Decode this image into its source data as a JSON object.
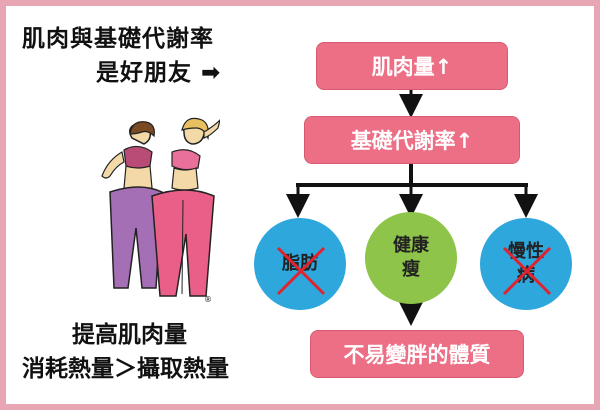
{
  "headline": {
    "line1": "肌肉與基礎代謝率",
    "line2": "是好朋友 ➡"
  },
  "bottom_text": {
    "line1": "提高肌肉量",
    "line2": "消耗熱量＞攝取熱量"
  },
  "nodes": {
    "muscle": "肌肉量↑",
    "bmr": "基礎代謝率↑",
    "fat": "脂肪",
    "health_1": "健康",
    "health_2": "瘦",
    "chronic_1": "慢性",
    "chronic_2": "病",
    "result": "不易變胖的體質"
  },
  "registered_mark": "®",
  "colors": {
    "pink_box": "#ec6f86",
    "blue_circle": "#2ea7dd",
    "green_circle": "#8dc449",
    "border": "#e8a6b4"
  }
}
